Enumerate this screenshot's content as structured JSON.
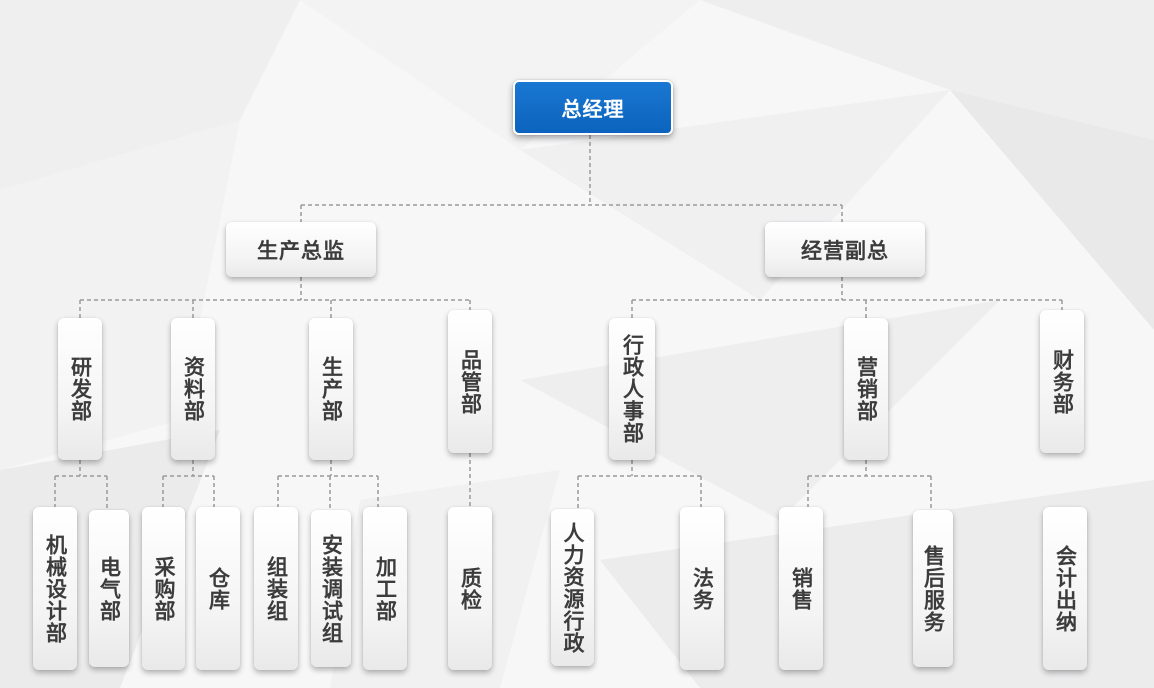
{
  "org_chart": {
    "root": {
      "label": "总经理"
    },
    "level1": {
      "production_director": "生产总监",
      "operations_vp": "经营副总"
    },
    "departments": {
      "rnd": "研发部",
      "materials": "资料部",
      "production": "生产部",
      "quality": "品管部",
      "admin_hr": "行政人事部",
      "marketing": "营销部",
      "finance": "财务部"
    },
    "units": {
      "mechanical_design": "机械设计部",
      "electrical": "电气部",
      "purchasing": "采购部",
      "warehouse": "仓库",
      "assembly_team": "组装组",
      "install_debug": "安装调试组",
      "machining": "加工部",
      "qc": "质检",
      "hr_admin": "人力资源行政",
      "legal": "法务",
      "sales": "销售",
      "after_sales": "售后服务",
      "cashier": "会计出纳"
    }
  },
  "colors": {
    "root_fill": "#0b63bd",
    "node_text": "#3c3c3c",
    "connector": "#9a9a9a"
  }
}
